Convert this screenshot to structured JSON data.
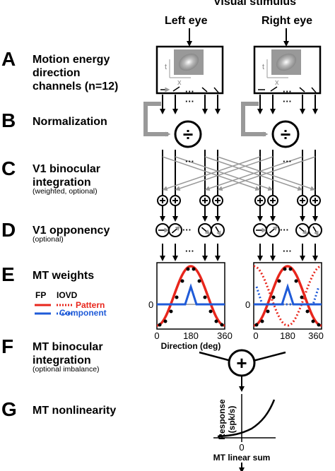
{
  "header": {
    "visual_stimulus": "Visual stimulus",
    "left_eye": "Left eye",
    "right_eye": "Right eye"
  },
  "stages": [
    {
      "letter": "A",
      "lines": [
        "Motion energy",
        "direction",
        "channels (n=12)"
      ]
    },
    {
      "letter": "B",
      "lines": [
        "Normalization"
      ]
    },
    {
      "letter": "C",
      "lines": [
        "V1 binocular",
        "integration"
      ],
      "note": "(weighted, optional)"
    },
    {
      "letter": "D",
      "lines": [
        "V1 opponency"
      ],
      "note": "(optional)"
    },
    {
      "letter": "E",
      "lines": [
        "MT weights"
      ]
    },
    {
      "letter": "F",
      "lines": [
        "MT binocular",
        "integration"
      ],
      "note": "(optional imbalance)"
    },
    {
      "letter": "G",
      "lines": [
        "MT nonlinearity"
      ]
    }
  ],
  "stimulus_axes": {
    "t": "t",
    "x": "x"
  },
  "ellipsis": "···",
  "normalization_symbol": "÷",
  "sum_symbol": "+",
  "legend": {
    "fp": "FP",
    "iovd": "IOVD",
    "pattern": "Pattern",
    "component": "Component",
    "colors": {
      "pattern": "#e8261c",
      "component": "#1f5bd8"
    }
  },
  "weights_plot": {
    "zero_label": "0",
    "xticks": [
      "0",
      "180",
      "360"
    ],
    "xlabel": "Direction (deg)"
  },
  "nonlinearity_plot": {
    "ylabel_line1": "Response",
    "ylabel_line2": "(spk/s)",
    "zero_label": "0",
    "xlabel": "MT linear sum"
  }
}
